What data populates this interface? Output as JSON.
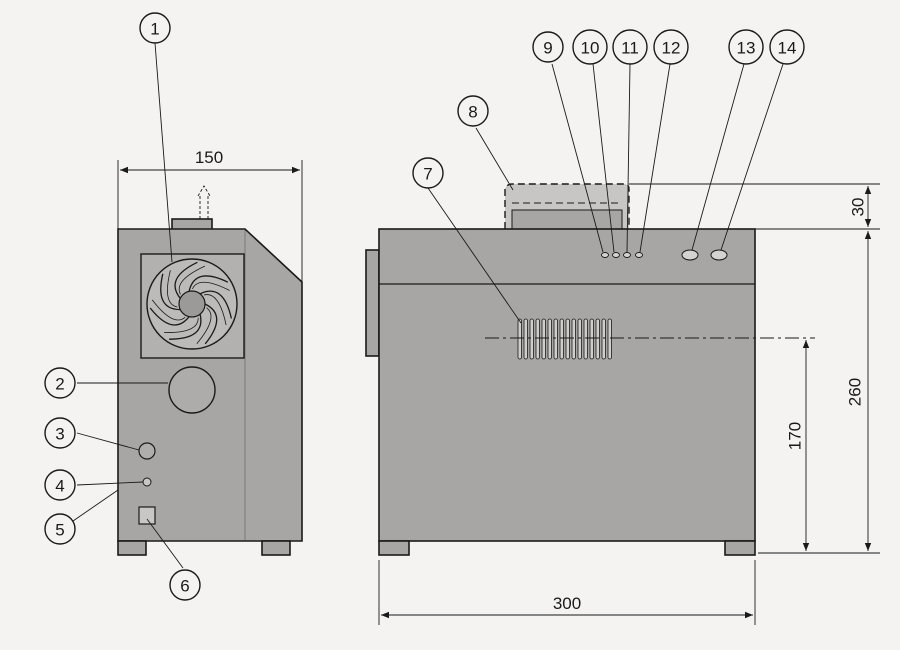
{
  "callouts": [
    "1",
    "2",
    "3",
    "4",
    "5",
    "6",
    "7",
    "8",
    "9",
    "10",
    "11",
    "12",
    "13",
    "14"
  ],
  "dimensions": {
    "side_width": "150",
    "front_width": "300",
    "handle_height": "30",
    "body_height": "260",
    "centerline_height": "170"
  },
  "colors": {
    "background": "#f4f3f1",
    "housing": "#a8a6a4",
    "line": "#1a1a1a"
  }
}
